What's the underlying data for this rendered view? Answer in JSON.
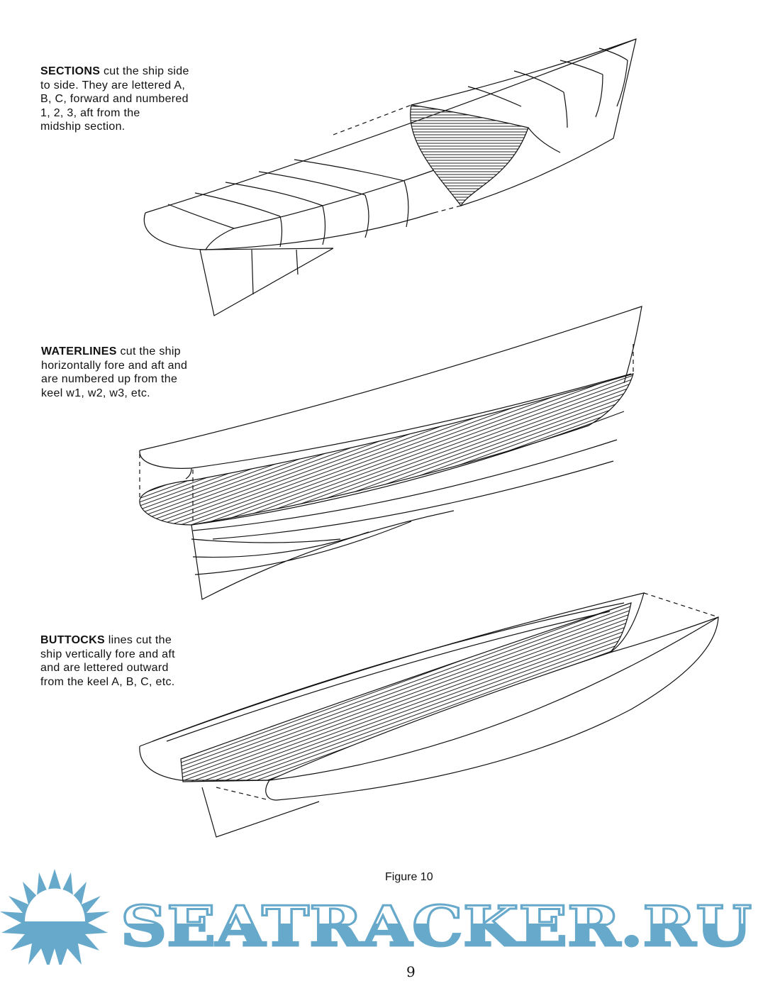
{
  "captions": {
    "sections": {
      "lead": "SECTIONS",
      "lines": [
        " cut the ship side",
        "to side. They are lettered A,",
        "B, C, forward and numbered",
        "1, 2, 3, aft from the",
        "midship section."
      ]
    },
    "waterlines": {
      "lead": "WATERLINES",
      "lines": [
        " cut the ship",
        "horizontally fore and aft and",
        "are numbered up from the",
        "keel w1, w2, w3, etc."
      ]
    },
    "buttocks": {
      "lead": "BUTTOCKS",
      "lines": [
        " lines cut the",
        "ship vertically fore and aft",
        "and are lettered outward",
        "from the keel A, B, C, etc."
      ]
    }
  },
  "figure_label": "Figure 10",
  "page_number": "9",
  "watermark": {
    "text": "SEATRACKER.RU",
    "color": "#67a9cb"
  }
}
